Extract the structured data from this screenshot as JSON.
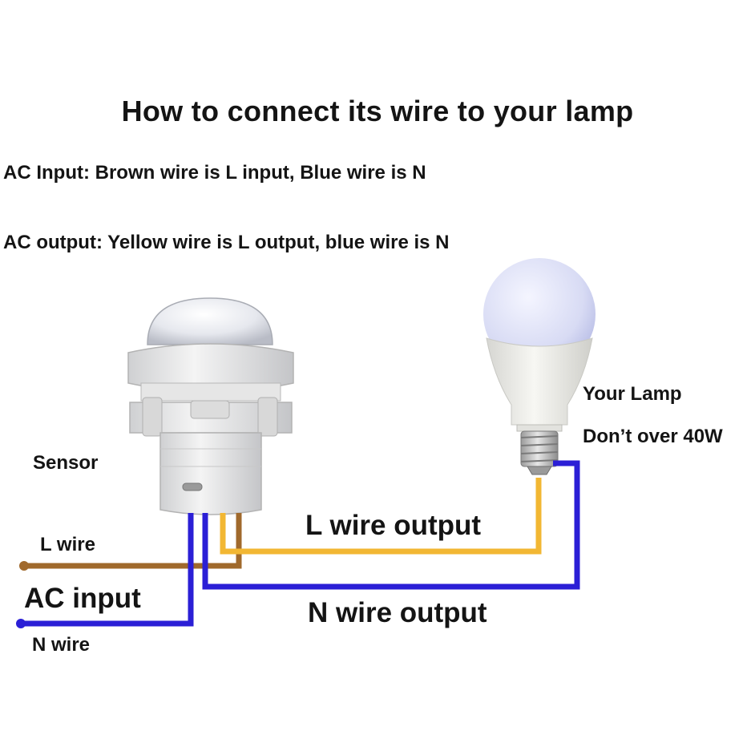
{
  "title": "How to connect its wire to your lamp",
  "instructions": {
    "input_line": "AC Input: Brown wire is L input, Blue wire is N",
    "output_line": "AC output: Yellow wire is L output, blue wire is N"
  },
  "lamp": {
    "label": "Your Lamp",
    "limit": "Don’t over 40W"
  },
  "sensor": {
    "label": "Sensor"
  },
  "input": {
    "l_wire_label": "L wire",
    "ac_input_label": "AC input",
    "n_wire_label": "N wire"
  },
  "output": {
    "l_wire_output_label": "L wire output",
    "n_wire_output_label": "N wire output"
  },
  "colors": {
    "brown_wire": "#a0692c",
    "blue_wire": "#2b1fd6",
    "yellow_wire": "#f2b733",
    "text": "#141414"
  }
}
